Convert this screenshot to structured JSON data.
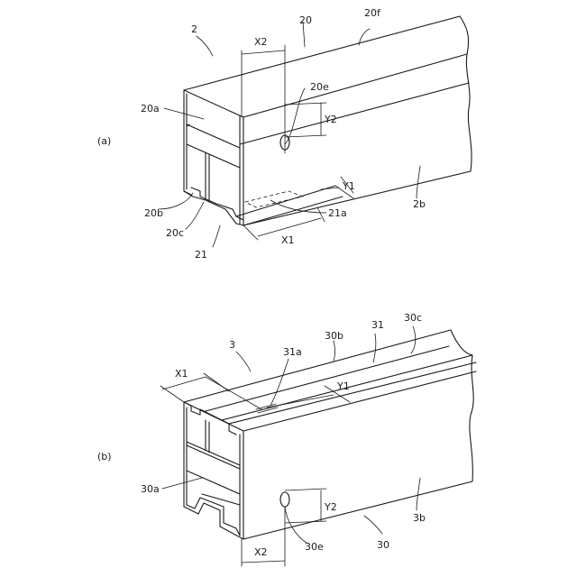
{
  "panel_a": {
    "tag": "(a)",
    "labels": {
      "assembly": "2",
      "part": "20",
      "face_top": "20f",
      "hole": "20e",
      "face_a": "20a",
      "face_b": "20b",
      "face_c": "20c",
      "groove": "21",
      "slot": "21a",
      "side": "2b",
      "dim_x1": "X1",
      "dim_x2": "X2",
      "dim_y1": "Y1",
      "dim_y2": "Y2"
    }
  },
  "panel_b": {
    "tag": "(b)",
    "labels": {
      "assembly": "3",
      "part": "30",
      "rail": "31",
      "rail_face": "30b",
      "rail_groove": "30c",
      "slot": "31a",
      "face_a": "30a",
      "hole": "30e",
      "side": "3b",
      "dim_x1": "X1",
      "dim_x2": "X2",
      "dim_y1": "Y1",
      "dim_y2": "Y2"
    }
  }
}
